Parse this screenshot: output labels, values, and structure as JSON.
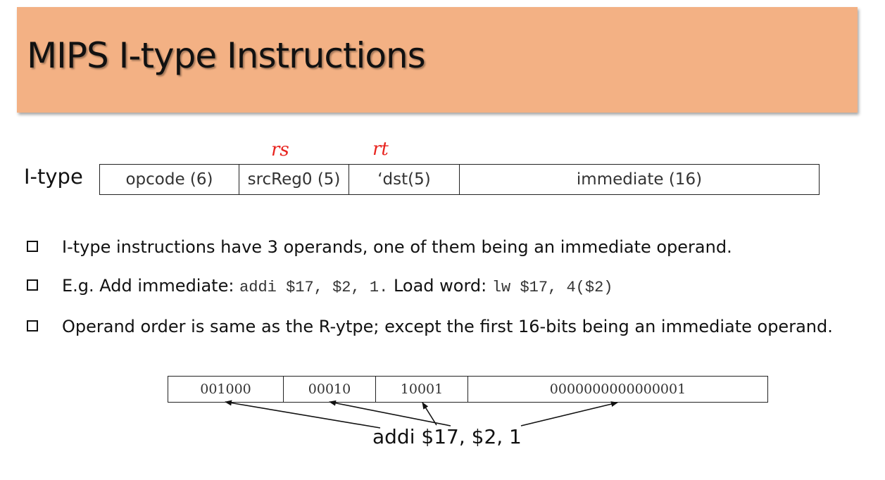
{
  "slide": {
    "title": "MIPS I-type Instructions"
  },
  "format": {
    "label": "I-type",
    "fields": [
      {
        "text": "opcode (6)"
      },
      {
        "text": "srcReg0 (5)"
      },
      {
        "text": "‘dst(5)"
      },
      {
        "text": "immediate (16)"
      }
    ]
  },
  "annotations": {
    "rs": "rs",
    "rt": "rt",
    "color": "#e8231e"
  },
  "bullets": {
    "b1": "I-type instructions have 3 operands, one of them being an immediate operand.",
    "b2_prefix": "E.g. Add immediate: ",
    "b2_code1": "addi $17, $2, 1.",
    "b2_mid": " Load word: ",
    "b2_code2": "lw $17, 4($2)",
    "b3": "Operand order is same as the R-ytpe; except the first 16-bits being an immediate operand."
  },
  "example": {
    "fields": [
      {
        "text": "001000"
      },
      {
        "text": "00010"
      },
      {
        "text": "10001"
      },
      {
        "text": "0000000000000001"
      }
    ],
    "instruction": "addi $17, $2, 1"
  },
  "colors": {
    "title_band": "#f3b184",
    "text": "#111111"
  }
}
